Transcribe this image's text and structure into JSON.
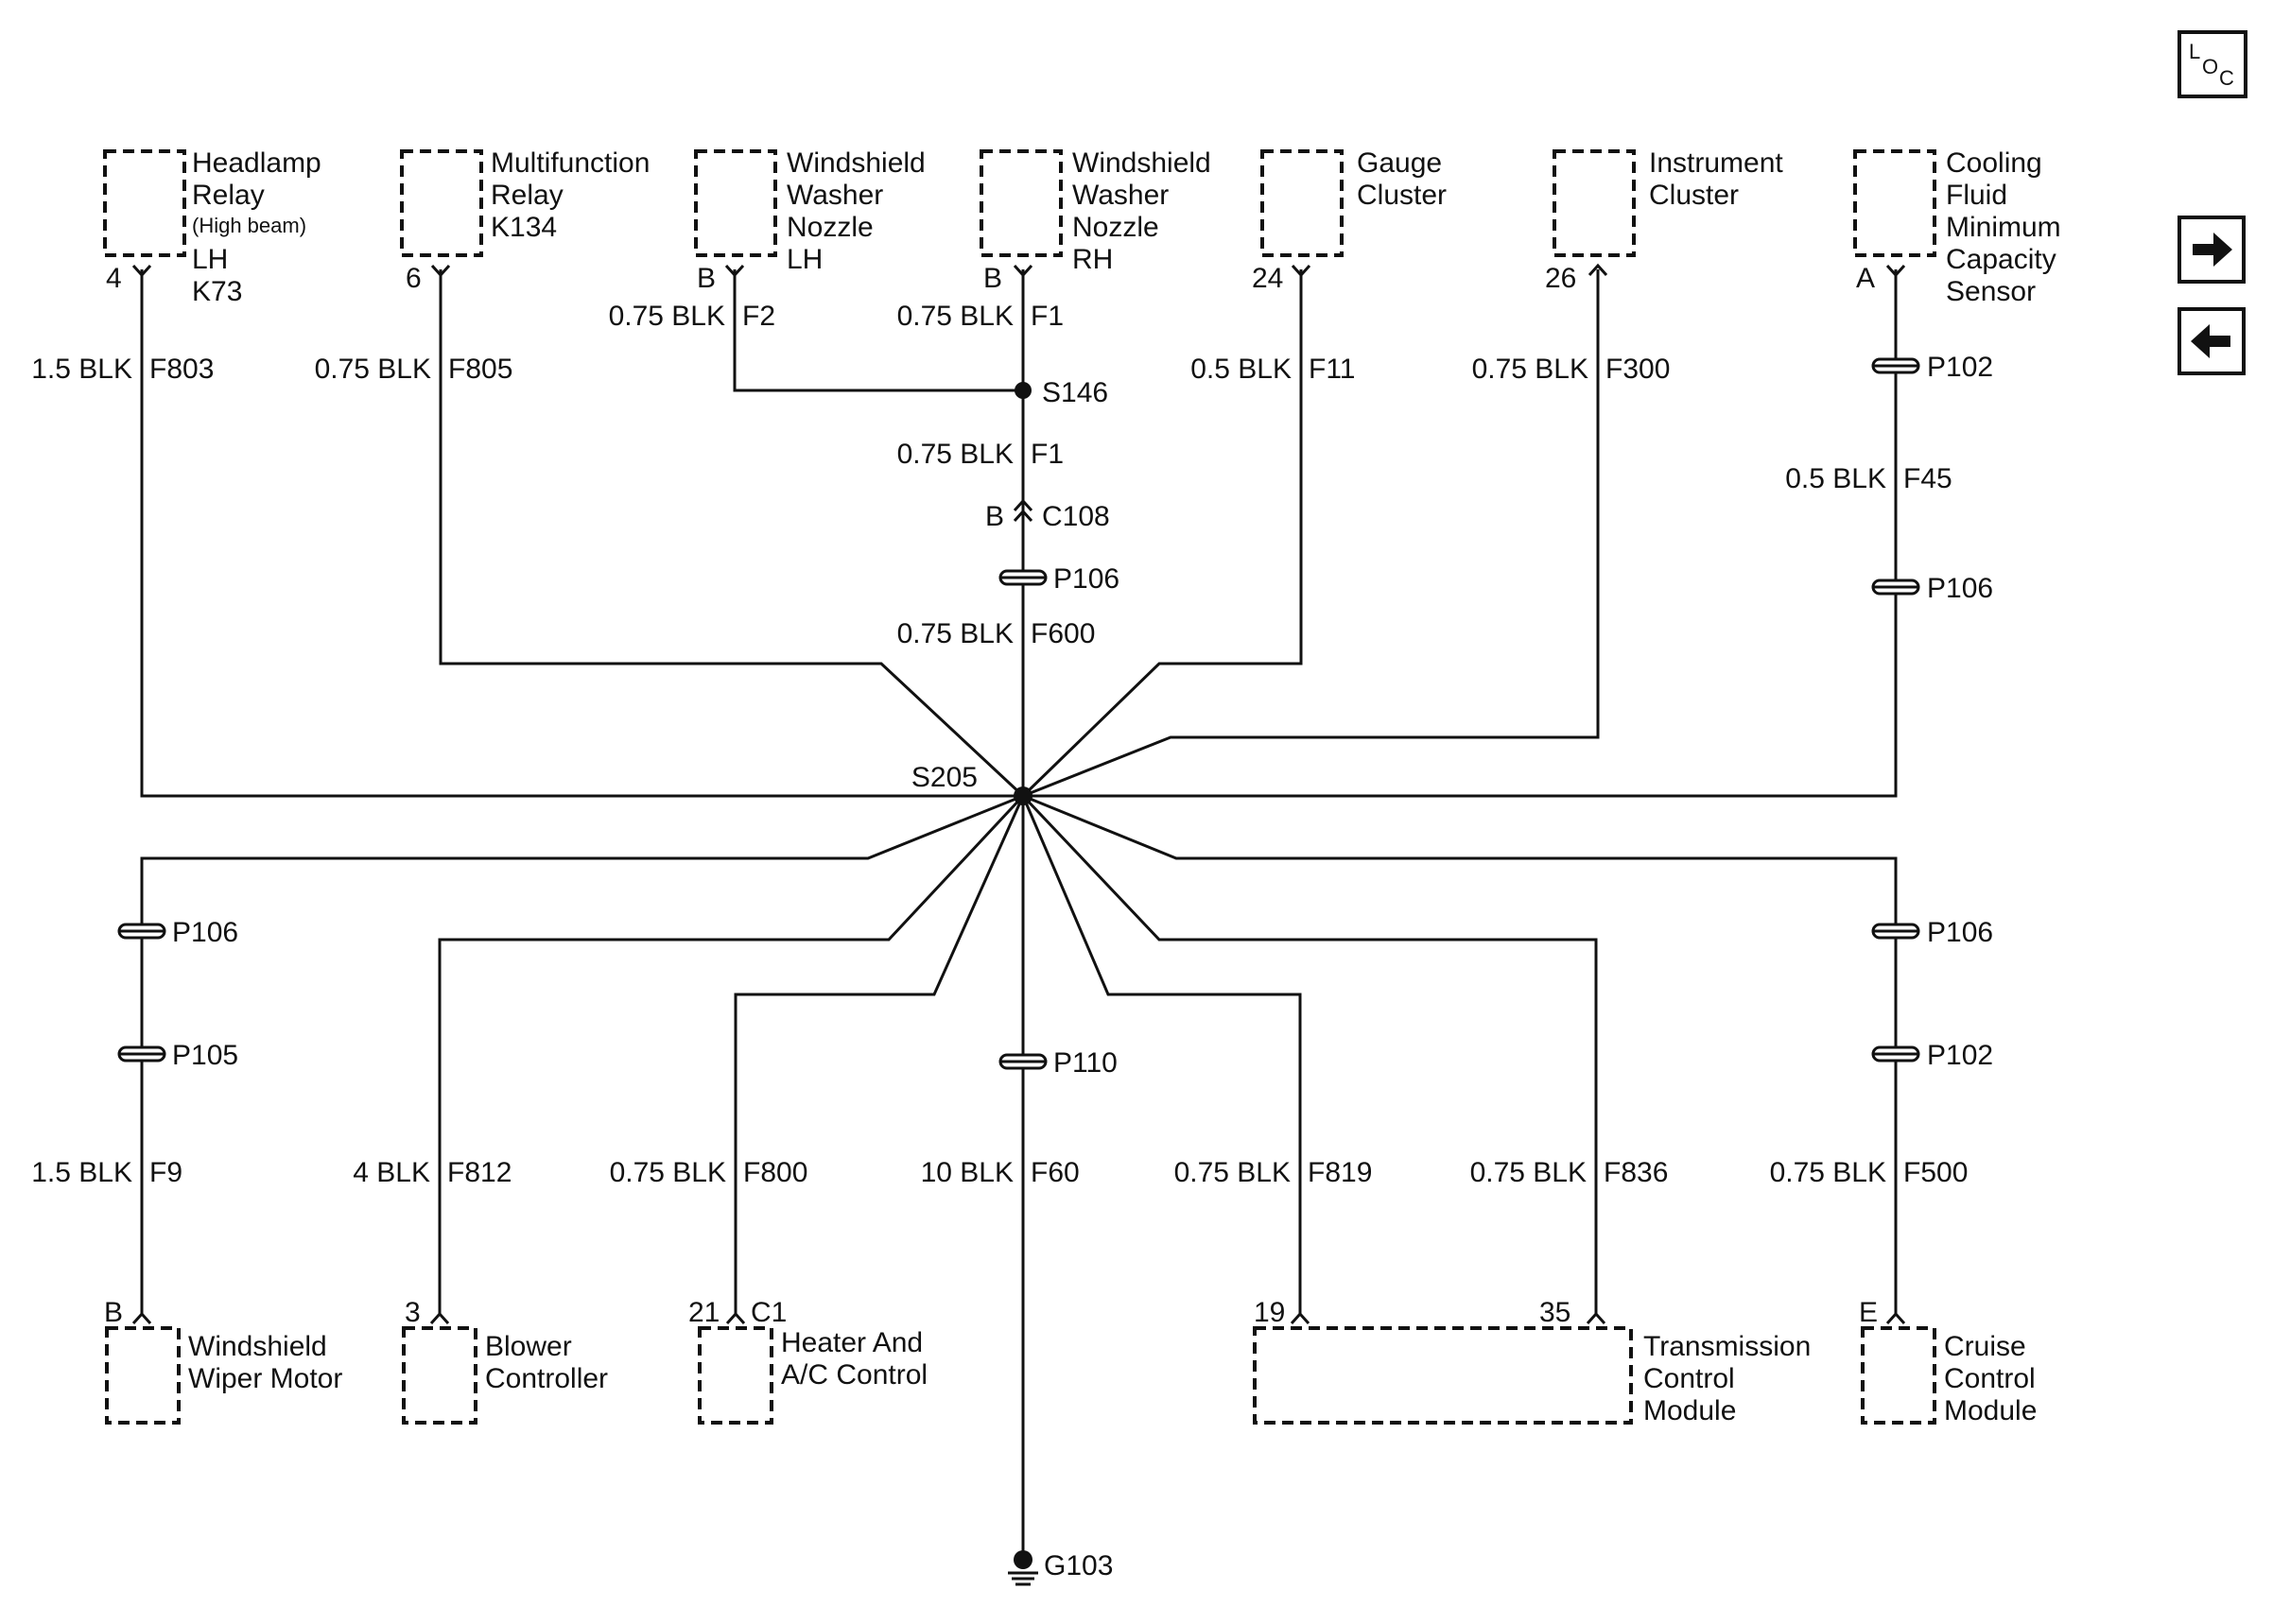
{
  "nav": {
    "loc_label_l": "L",
    "loc_label_o": "O",
    "loc_label_c": "C",
    "next_icon": "arrow-right-icon",
    "prev_icon": "arrow-left-icon"
  },
  "components": {
    "headlamp_relay": {
      "line1": "Headlamp",
      "line2": "Relay",
      "line3": "(High beam)",
      "line4": "LH",
      "line5": "K73",
      "pin": "4"
    },
    "multifunction_relay": {
      "line1": "Multifunction",
      "line2": "Relay",
      "line3": "K134",
      "pin": "6"
    },
    "washer_nozzle_lh": {
      "line1": "Windshield",
      "line2": "Washer",
      "line3": "Nozzle",
      "line4": "LH",
      "pin": "B"
    },
    "washer_nozzle_rh": {
      "line1": "Windshield",
      "line2": "Washer",
      "line3": "Nozzle",
      "line4": "RH",
      "pin": "B"
    },
    "gauge_cluster": {
      "line1": "Gauge",
      "line2": "Cluster",
      "pin": "24"
    },
    "instrument_cluster": {
      "line1": "Instrument",
      "line2": "Cluster",
      "pin": "26"
    },
    "cooling_fluid_sensor": {
      "line1": "Cooling",
      "line2": "Fluid",
      "line3": "Minimum",
      "line4": "Capacity",
      "line5": "Sensor",
      "pin": "A"
    },
    "wiper_motor": {
      "line1": "Windshield",
      "line2": "Wiper Motor",
      "pin": "B"
    },
    "blower_controller": {
      "line1": "Blower",
      "line2": "Controller",
      "pin": "3"
    },
    "heater_ac_control": {
      "line1": "Heater And",
      "line2": "A/C Control",
      "pin": "21",
      "connector": "C1"
    },
    "transmission_module": {
      "line1": "Transmission",
      "line2": "Control",
      "line3": "Module",
      "pin_a": "19",
      "pin_b": "35"
    },
    "cruise_control_module": {
      "line1": "Cruise",
      "line2": "Control",
      "line3": "Module",
      "pin": "E"
    }
  },
  "wires": {
    "f803": {
      "gauge": "1.5 BLK",
      "circuit": "F803"
    },
    "f805": {
      "gauge": "0.75 BLK",
      "circuit": "F805"
    },
    "f2": {
      "gauge": "0.75 BLK",
      "circuit": "F2"
    },
    "f1_top": {
      "gauge": "0.75 BLK",
      "circuit": "F1"
    },
    "f1_mid": {
      "gauge": "0.75 BLK",
      "circuit": "F1"
    },
    "f600": {
      "gauge": "0.75 BLK",
      "circuit": "F600"
    },
    "f11": {
      "gauge": "0.5 BLK",
      "circuit": "F11"
    },
    "f300": {
      "gauge": "0.75 BLK",
      "circuit": "F300"
    },
    "f45": {
      "gauge": "0.5 BLK",
      "circuit": "F45"
    },
    "f9": {
      "gauge": "1.5 BLK",
      "circuit": "F9"
    },
    "f812": {
      "gauge": "4 BLK",
      "circuit": "F812"
    },
    "f800": {
      "gauge": "0.75 BLK",
      "circuit": "F800"
    },
    "f60": {
      "gauge": "10 BLK",
      "circuit": "F60"
    },
    "f819": {
      "gauge": "0.75 BLK",
      "circuit": "F819"
    },
    "f836": {
      "gauge": "0.75 BLK",
      "circuit": "F836"
    },
    "f500": {
      "gauge": "0.75 BLK",
      "circuit": "F500"
    }
  },
  "splices": {
    "s146": "S146",
    "s205": "S205"
  },
  "connector": {
    "c108": "C108",
    "c108_pin": "B"
  },
  "pass_throughs": {
    "p106_center": "P106",
    "p102_right_top": "P102",
    "p106_right_top": "P106",
    "p106_left_bottom": "P106",
    "p105_left_bottom": "P105",
    "p110_center": "P110",
    "p106_right_bottom": "P106",
    "p102_right_bottom": "P102"
  },
  "ground": {
    "g103": "G103"
  }
}
